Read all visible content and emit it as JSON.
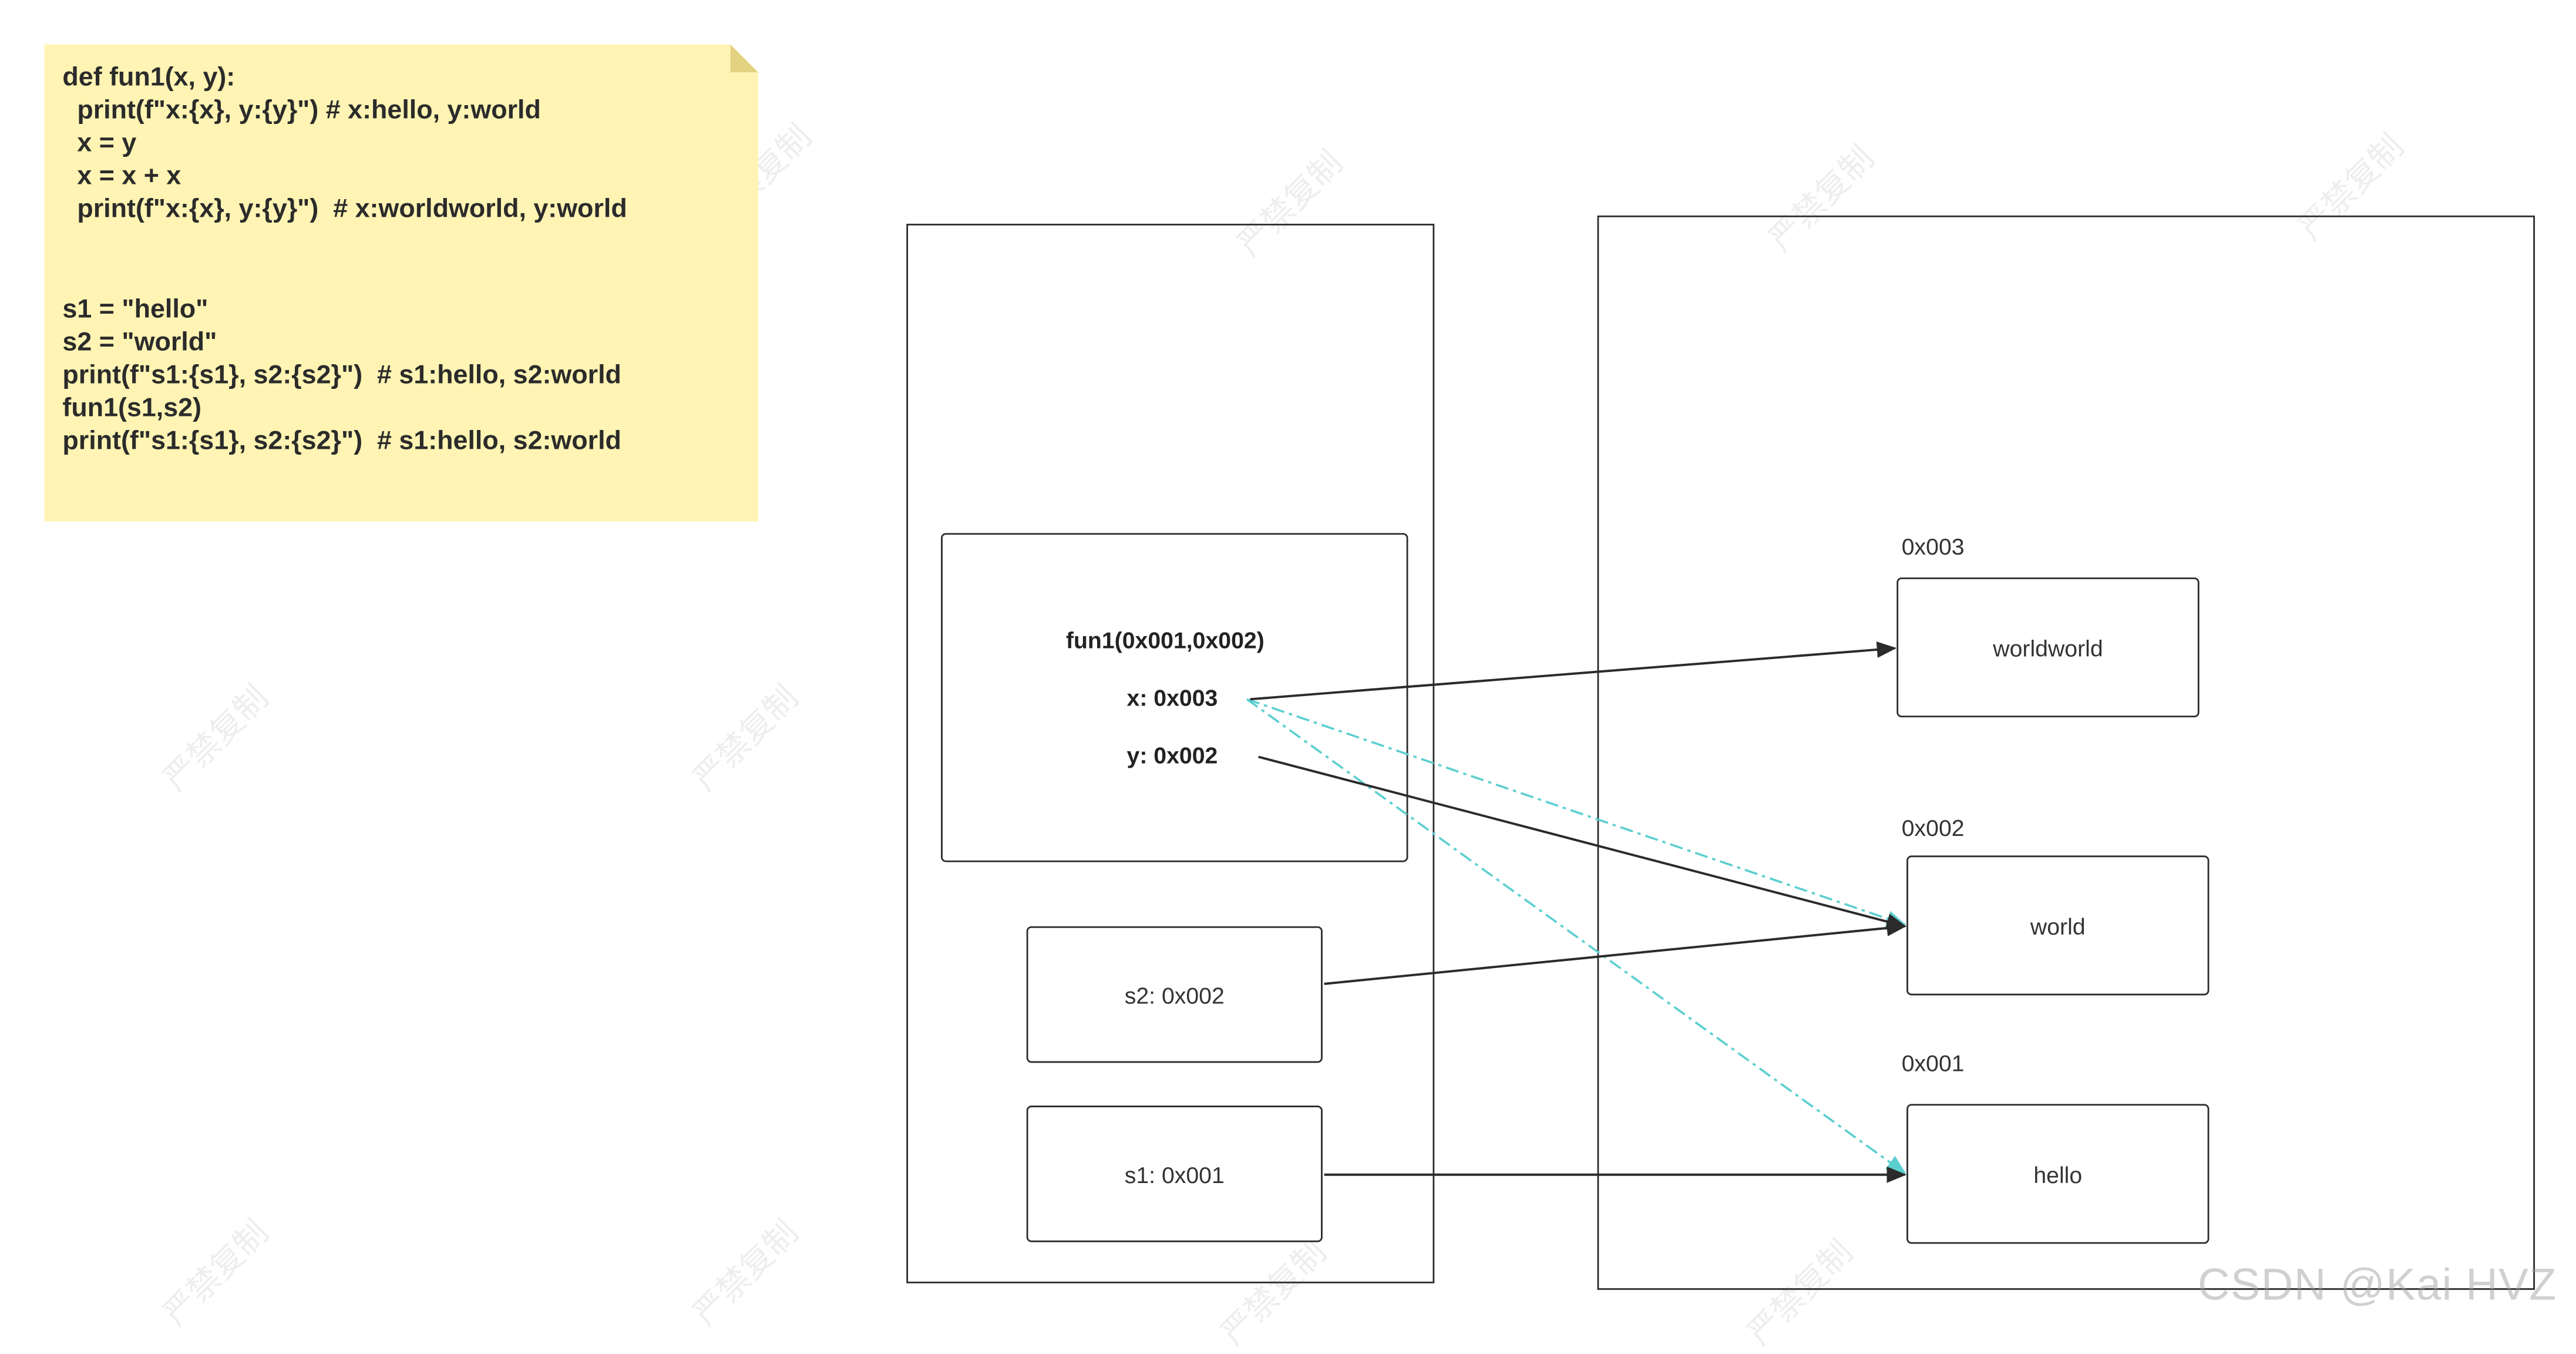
{
  "code_note": {
    "lines": [
      "def fun1(x, y):",
      "  print(f\"x:{x}, y:{y}\") # x:hello, y:world",
      "  x = y",
      "  x = x + x",
      "  print(f\"x:{x}, y:{y}\")  # x:worldworld, y:world",
      "",
      "",
      "s1 = \"hello\"",
      "s2 = \"world\"",
      "print(f\"s1:{s1}, s2:{s2}\")  # s1:hello, s2:world",
      "fun1(s1,s2)",
      "print(f\"s1:{s1}, s2:{s2}\")  # s1:hello, s2:world"
    ]
  },
  "stack": {
    "frame": {
      "title": "fun1(0x001,0x002)",
      "x": "x: 0x003",
      "y": "y: 0x002"
    },
    "s2": "s2: 0x002",
    "s1": "s1: 0x001"
  },
  "heap": {
    "objects": [
      {
        "address": "0x003",
        "value": "worldworld"
      },
      {
        "address": "0x002",
        "value": "world"
      },
      {
        "address": "0x001",
        "value": "hello"
      }
    ]
  },
  "watermark": {
    "text": "严禁复制",
    "credit": "CSDN @Kai  HVZ"
  },
  "colors": {
    "note_fill": "#fff4b3",
    "line": "#2b2b2b",
    "dashed_arrow": "#5ccfd0"
  }
}
